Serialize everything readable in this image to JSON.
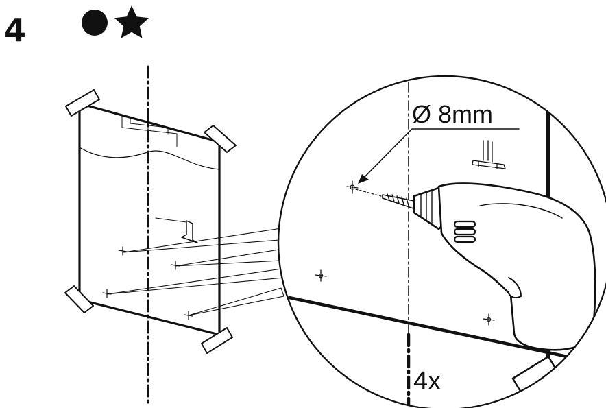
{
  "step": {
    "number": "4",
    "difficulty_icons": [
      "filled-circle-icon",
      "star-icon"
    ]
  },
  "detail": {
    "drill_diameter": "Ø 8mm",
    "quantity": "4x"
  },
  "colors": {
    "ink": "#111111",
    "tape": "#ffffff",
    "drill_body": "#ffffff"
  }
}
